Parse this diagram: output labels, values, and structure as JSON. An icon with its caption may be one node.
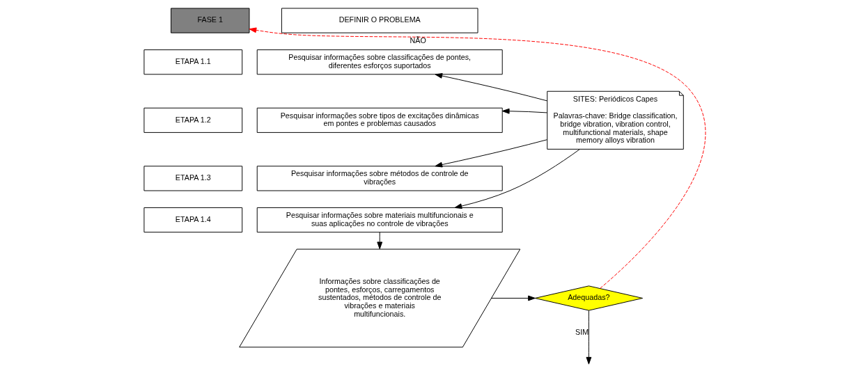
{
  "diagram": {
    "nodes": [
      {
        "text": [
          "FASE 1"
        ]
      },
      {
        "text": [
          "DEFINIR O PROBLEMA"
        ]
      },
      {
        "text": [
          "ETAPA 1.1"
        ]
      },
      {
        "text": [
          "Pesquisar informações sobre classificações de pontes, diferentes esforços suportados"
        ]
      },
      {
        "text": [
          "ETAPA 1.2"
        ]
      },
      {
        "text": [
          "Pesquisar informações sobre tipos de excitações dinâmicas em pontes e problemas causados"
        ]
      },
      {
        "text": [
          "ETAPA 1.3"
        ]
      },
      {
        "text": [
          "Pesquisar informações sobre métodos de controle de vibrações"
        ]
      },
      {
        "text": [
          "ETAPA 1.4"
        ]
      },
      {
        "text": [
          "Pesquisar informações sobre materiais multifuncionais e suas aplicações no controle de vibrações"
        ]
      },
      {
        "text": [
          "SITES: Periódicos Capes",
          "Palavras-chave: Bridge classification, bridge vibration, vibration control, multifunctional materials, shape memory alloys vibration"
        ]
      },
      {
        "text": [
          "Informações sobre classificações de pontes, esforços, carregamentos sustentados, métodos de controle de vibrações e materiais multifuncionais."
        ]
      },
      {
        "text": [
          "Adequadas?"
        ]
      }
    ],
    "edges": [
      {
        "from": 10,
        "to": 3,
        "arrow": "to"
      },
      {
        "from": 10,
        "to": 5,
        "arrow": "to"
      },
      {
        "from": 10,
        "to": 7,
        "arrow": "to"
      },
      {
        "from": 10,
        "to": 9,
        "arrow": "to"
      },
      {
        "from": 9,
        "to": 11,
        "arrow": "to"
      },
      {
        "from": 11,
        "to": 12,
        "arrow": "to"
      },
      {
        "from": 12,
        "to": 0,
        "arrow": "to",
        "label": "NÃO",
        "style": "dashed",
        "color": "#ff0000"
      },
      {
        "from": 12,
        "to": null,
        "arrow": "to",
        "label": "SIM"
      }
    ]
  }
}
